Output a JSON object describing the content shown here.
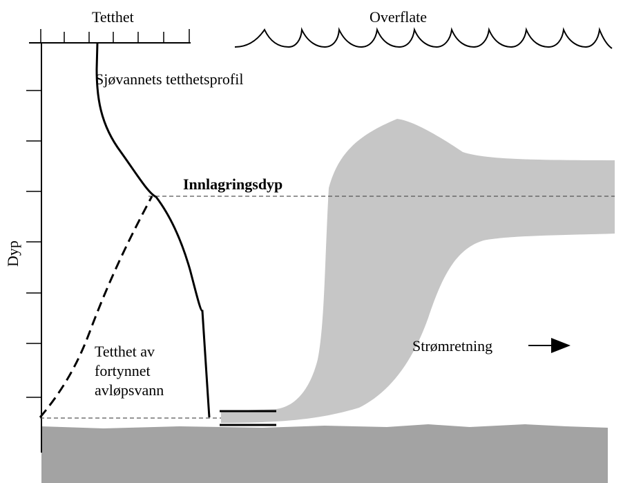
{
  "labels": {
    "density_axis": "Tetthet",
    "surface": "Overflate",
    "depth_axis": "Dyp",
    "seawater_profile": "Sjøvannets tetthetsprofil",
    "trapping_depth": "Innlagringsdyp",
    "diluted_density_line1": "Tetthet av",
    "diluted_density_line2": "fortynnet",
    "diluted_density_line3": "avløpsvann",
    "current_direction": "Strømretning"
  },
  "colors": {
    "plume": "#c6c6c6",
    "seabed": "#a3a3a3",
    "line": "#000000",
    "guide": "#555555"
  },
  "icons": {
    "current_arrow": "right-arrow-icon"
  }
}
